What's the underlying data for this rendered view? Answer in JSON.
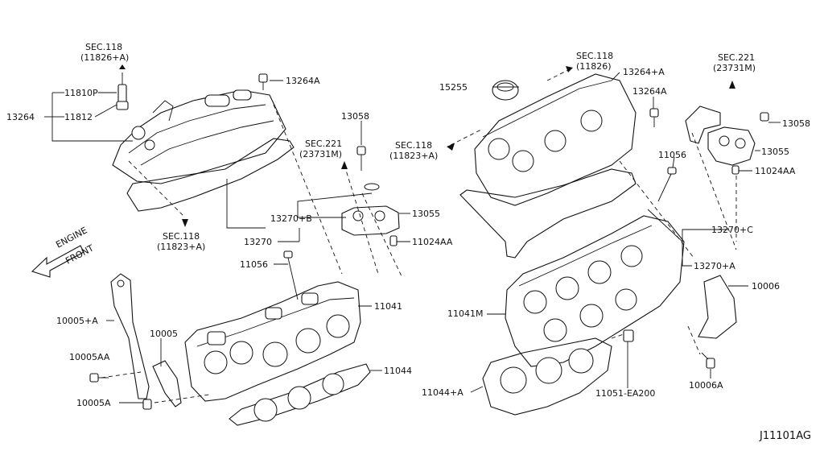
{
  "labels": {
    "sec118_11826a_l1": "SEC.118",
    "sec118_11826a_l2": "(11826+A)",
    "p11810p": "11810P",
    "p13264": "13264",
    "p11812": "11812",
    "p13264a_left": "13264A",
    "p13058_mid": "13058",
    "sec221_mid_l1": "SEC.221",
    "sec221_mid_l2": "(23731M)",
    "p13270b": "13270+B",
    "p13055_mid": "13055",
    "p11024aa_mid": "11024AA",
    "p13270": "13270",
    "sec118_11823a_left_l1": "SEC.118",
    "sec118_11823a_left_l2": "(11823+A)",
    "p11056_left": "11056",
    "p11041": "11041",
    "p10005a_plus": "10005+A",
    "p10005": "10005",
    "p10005aa": "10005AA",
    "p10005a": "10005A",
    "p11044": "11044",
    "engine_front_l1": "ENGINE",
    "engine_front_l2": "FRONT",
    "p15255": "15255",
    "sec118_11826_l1": "SEC.118",
    "sec118_11826_l2": "(11826)",
    "p13264a_plus": "13264+A",
    "p13264a_right": "13264A",
    "sec118_11823a_right_l1": "SEC.118",
    "sec118_11823a_right_l2": "(11823+A)",
    "p11056_right": "11056",
    "sec221_right_l1": "SEC.221",
    "sec221_right_l2": "(23731M)",
    "p13058_right": "13058",
    "p13055_right": "13055",
    "p11024aa_right": "11024AA",
    "p13270c": "13270+C",
    "p13270a": "13270+A",
    "p10006": "10006",
    "p11041m": "11041M",
    "p11044a": "11044+A",
    "p11051ea200": "11051-EA200",
    "p10006a": "10006A",
    "figure_code": "J11101AG"
  }
}
